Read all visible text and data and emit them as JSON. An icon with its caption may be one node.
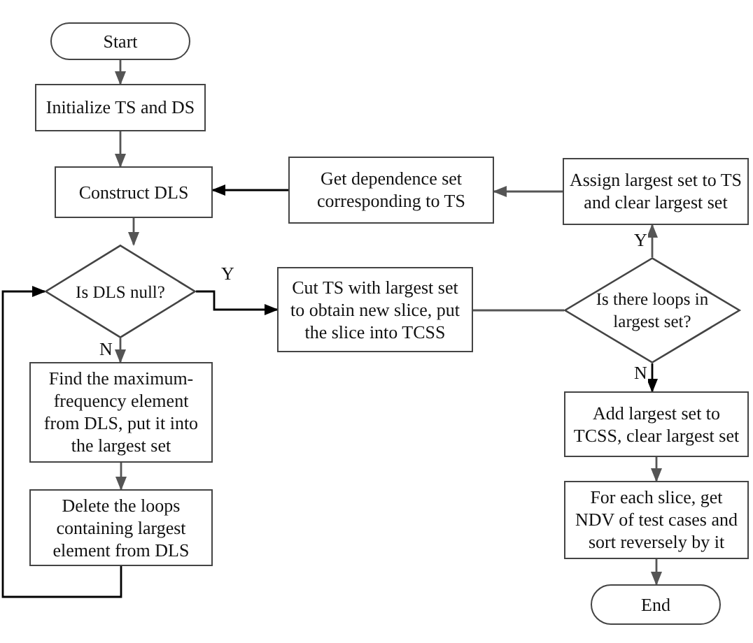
{
  "diagram": {
    "nodes": [
      {
        "text": [
          "Start"
        ]
      },
      {
        "text": [
          "Initialize TS and DS"
        ]
      },
      {
        "text": [
          "Construct DLS"
        ]
      },
      {
        "text": [
          "Is DLS null?"
        ]
      },
      {
        "text": [
          "Find the maximum-frequency element from DLS, put it into the largest set"
        ]
      },
      {
        "text": [
          "Delete the loops containing largest element from DLS"
        ]
      },
      {
        "text": [
          "Get dependence set corresponding to TS"
        ]
      },
      {
        "text": [
          "Assign largest set to TS and clear largest set"
        ]
      },
      {
        "text": [
          "Cut TS with largest set to obtain new slice, put the slice into TCSS"
        ]
      },
      {
        "text": [
          "Is there loops in largest set?"
        ]
      },
      {
        "text": [
          "Add largest set to TCSS, clear largest set"
        ]
      },
      {
        "text": [
          "For each slice, get NDV of test cases and sort reversely by it"
        ]
      },
      {
        "text": [
          "End"
        ]
      }
    ],
    "edges": [
      {
        "from": 0,
        "to": 1,
        "arrow": "to"
      },
      {
        "from": 1,
        "to": 2,
        "arrow": "to"
      },
      {
        "from": 2,
        "to": 3,
        "arrow": "to"
      },
      {
        "from": 3,
        "to": 4,
        "arrow": "to",
        "label": "N"
      },
      {
        "from": 4,
        "to": 5,
        "arrow": "to"
      },
      {
        "from": 5,
        "to": 3,
        "arrow": "to",
        "color": "#000000"
      },
      {
        "from": 3,
        "to": 8,
        "arrow": "to",
        "label": "Y",
        "color": "#000000"
      },
      {
        "from": 8,
        "to": 9,
        "arrow": "none"
      },
      {
        "from": 9,
        "to": 7,
        "arrow": "to",
        "label": "Y"
      },
      {
        "from": 9,
        "to": 10,
        "arrow": "to",
        "label": "N",
        "color": "#000000"
      },
      {
        "from": 7,
        "to": 6,
        "arrow": "to"
      },
      {
        "from": 6,
        "to": 2,
        "arrow": "to",
        "color": "#000000"
      },
      {
        "from": 10,
        "to": 11,
        "arrow": "to"
      },
      {
        "from": 11,
        "to": 12,
        "arrow": "to"
      }
    ]
  }
}
